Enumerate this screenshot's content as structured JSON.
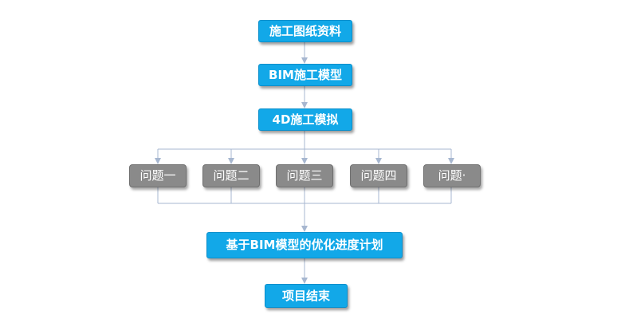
{
  "diagram": {
    "colors": {
      "primary_box": "#12a8e8",
      "secondary_box": "#8a8a8a",
      "connector": "#a7b7d0",
      "box_text": "#ffffff"
    },
    "nodes": {
      "drawings": "施工图纸资料",
      "bim_model": "BIM施工模型",
      "simulation_4d": "4D施工模拟",
      "optimized_plan": "基于BIM模型的优化进度计划",
      "project_end": "项目结束"
    },
    "problems": [
      "问题一",
      "问题二",
      "问题三",
      "问题四",
      "问题·"
    ]
  }
}
